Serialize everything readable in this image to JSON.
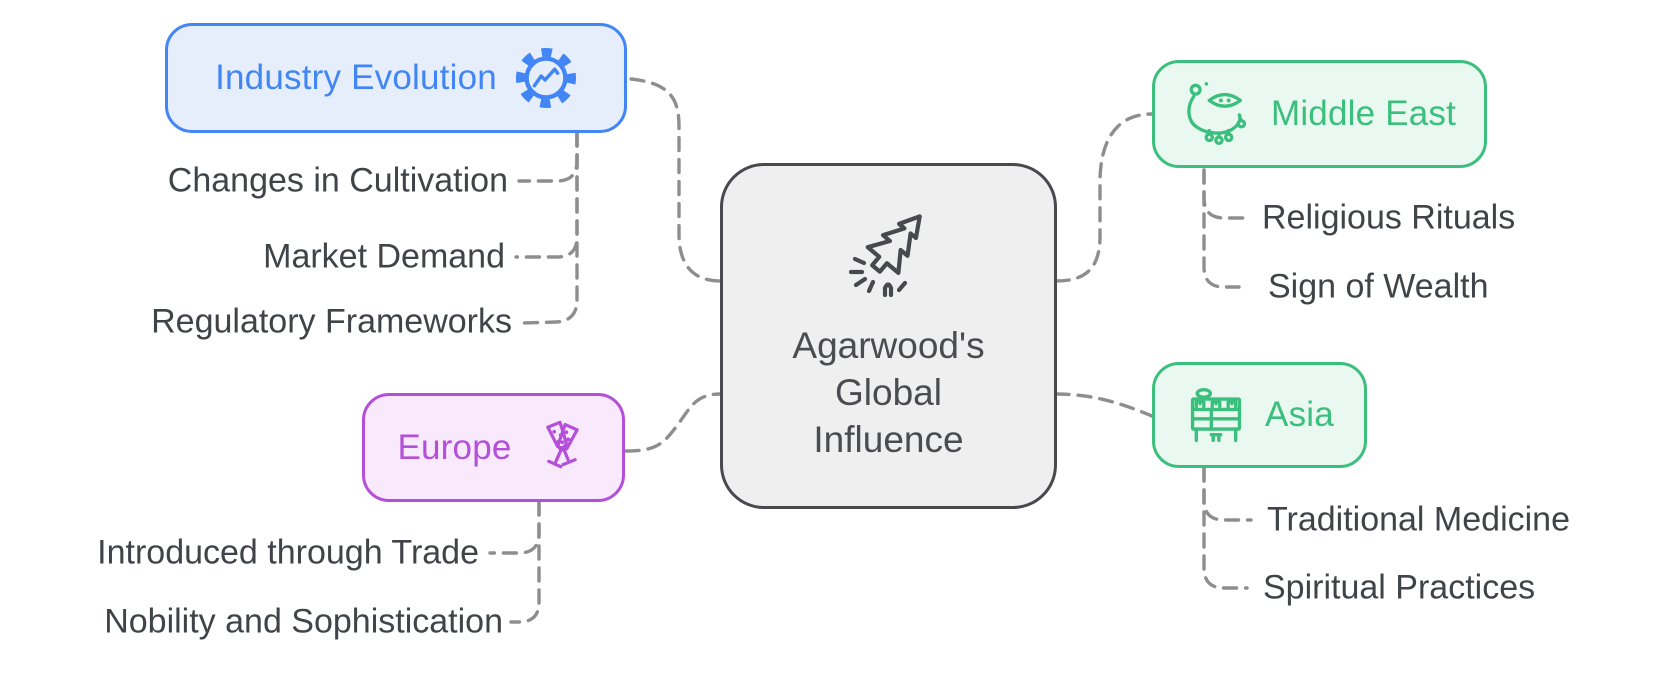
{
  "center": {
    "title_lines": [
      "Agarwood's",
      "Global",
      "Influence"
    ],
    "icon": "tree-launch-icon"
  },
  "branches": [
    {
      "label": "Industry Evolution",
      "icon": "gear-chart-icon",
      "color": "blue",
      "children": [
        "Changes in Cultivation",
        "Market Demand",
        "Regulatory Frameworks"
      ]
    },
    {
      "label": "Europe",
      "icon": "champagne-glasses-icon",
      "color": "purple",
      "children": [
        "Introduced through Trade",
        "Nobility and Sophistication"
      ]
    },
    {
      "label": "Middle East",
      "icon": "evil-eye-amulet-icon",
      "color": "green",
      "children": [
        "Religious Rituals",
        "Sign of Wealth"
      ]
    },
    {
      "label": "Asia",
      "icon": "medicine-cabinet-icon",
      "color": "green",
      "children": [
        "Traditional Medicine",
        "Spiritual Practices"
      ]
    }
  ],
  "palette": {
    "blue": "#4285f4",
    "blue_bg": "#e6eefc",
    "purple": "#b44fd9",
    "purple_bg": "#f8e9fc",
    "green": "#3bbf7c",
    "green_bg": "#e9f8f0",
    "center_bg": "#efeff0",
    "center_border": "#47494c",
    "text": "#404347",
    "connector": "#8e8e8e"
  }
}
